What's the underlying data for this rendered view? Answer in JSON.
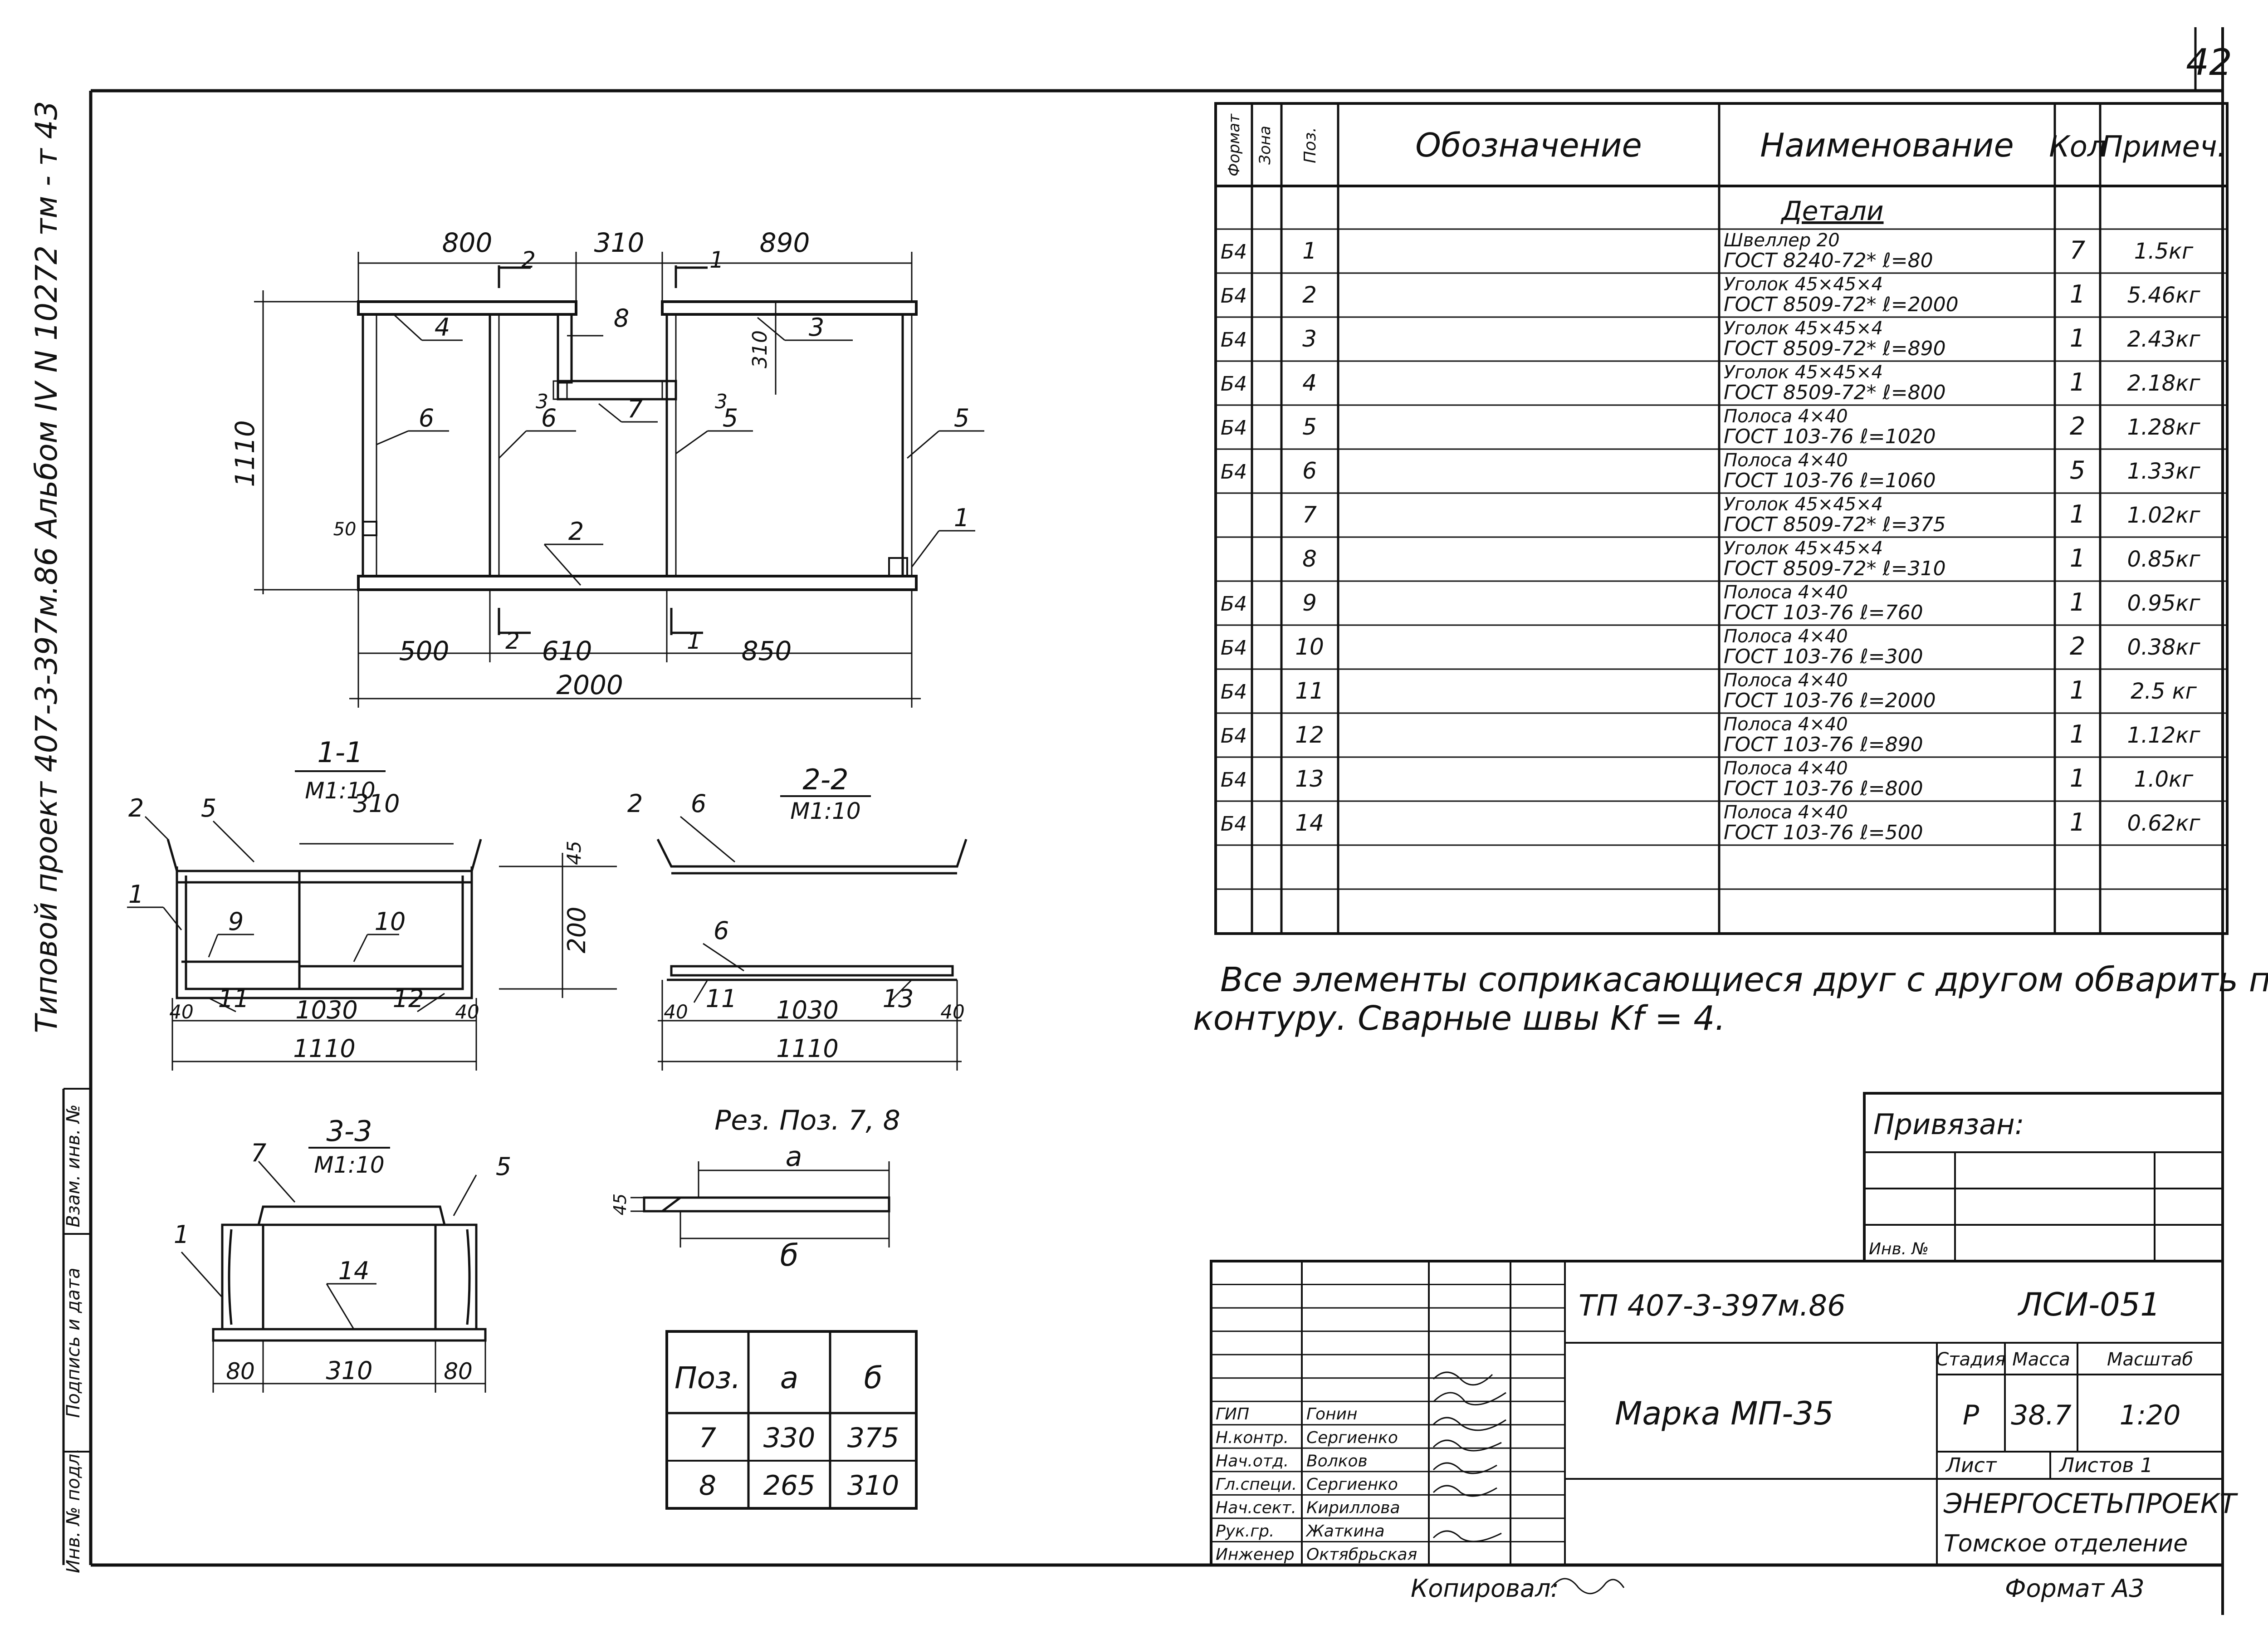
{
  "page_number": "42",
  "side_title": "Типовой проект 407-3-397м.86 Альбом IV N 10272 тм - т 43",
  "side_stamp_labels": [
    "Инв. № подл.",
    "Подпись и дата",
    "Взам. инв. №"
  ],
  "spec": {
    "headers": {
      "format": "Формат",
      "zone": "Зона",
      "pos": "Поз.",
      "designation": "Обозначение",
      "name": "Наименование",
      "qty": "Кол",
      "note": "Примеч."
    },
    "section_title": "Детали",
    "rows": [
      {
        "format": "Б4",
        "pos": "1",
        "name1": "Швеллер 20",
        "name2": "ГОСТ 8240-72*  ℓ=80",
        "qty": "7",
        "note": "1.5кг"
      },
      {
        "format": "Б4",
        "pos": "2",
        "name1": "Уголок 45×45×4",
        "name2": "ГОСТ 8509-72*  ℓ=2000",
        "qty": "1",
        "note": "5.46кг"
      },
      {
        "format": "Б4",
        "pos": "3",
        "name1": "Уголок 45×45×4",
        "name2": "ГОСТ 8509-72*  ℓ=890",
        "qty": "1",
        "note": "2.43кг"
      },
      {
        "format": "Б4",
        "pos": "4",
        "name1": "Уголок 45×45×4",
        "name2": "ГОСТ 8509-72*  ℓ=800",
        "qty": "1",
        "note": "2.18кг"
      },
      {
        "format": "Б4",
        "pos": "5",
        "name1": "Полоса 4×40",
        "name2": "ГОСТ 103-76  ℓ=1020",
        "qty": "2",
        "note": "1.28кг"
      },
      {
        "format": "Б4",
        "pos": "6",
        "name1": "Полоса 4×40",
        "name2": "ГОСТ 103-76  ℓ=1060",
        "qty": "5",
        "note": "1.33кг"
      },
      {
        "format": "",
        "pos": "7",
        "name1": "Уголок 45×45×4",
        "name2": "ГОСТ 8509-72*  ℓ=375",
        "qty": "1",
        "note": "1.02кг"
      },
      {
        "format": "",
        "pos": "8",
        "name1": "Уголок 45×45×4",
        "name2": "ГОСТ 8509-72*  ℓ=310",
        "qty": "1",
        "note": "0.85кг"
      },
      {
        "format": "Б4",
        "pos": "9",
        "name1": "Полоса 4×40",
        "name2": "ГОСТ 103-76  ℓ=760",
        "qty": "1",
        "note": "0.95кг"
      },
      {
        "format": "Б4",
        "pos": "10",
        "name1": "Полоса 4×40",
        "name2": "ГОСТ 103-76  ℓ=300",
        "qty": "2",
        "note": "0.38кг"
      },
      {
        "format": "Б4",
        "pos": "11",
        "name1": "Полоса 4×40",
        "name2": "ГОСТ 103-76  ℓ=2000",
        "qty": "1",
        "note": "2.5 кг"
      },
      {
        "format": "Б4",
        "pos": "12",
        "name1": "Полоса 4×40",
        "name2": "ГОСТ 103-76  ℓ=890",
        "qty": "1",
        "note": "1.12кг"
      },
      {
        "format": "Б4",
        "pos": "13",
        "name1": "Полоса 4×40",
        "name2": "ГОСТ 103-76  ℓ=800",
        "qty": "1",
        "note": "1.0кг"
      },
      {
        "format": "Б4",
        "pos": "14",
        "name1": "Полоса 4×40",
        "name2": "ГОСТ 103-76  ℓ=500",
        "qty": "1",
        "note": "0.62кг"
      },
      {
        "format": "",
        "pos": "",
        "name1": "",
        "name2": "",
        "qty": "",
        "note": ""
      },
      {
        "format": "",
        "pos": "",
        "name1": "",
        "name2": "",
        "qty": "",
        "note": ""
      }
    ]
  },
  "note_line1": "Все элементы соприкасающиеся друг с другом обварить по",
  "note_line2": "контуру. Сварные швы Kf = 4.",
  "plan": {
    "top_dims": [
      "800",
      "310",
      "890"
    ],
    "bottom_dims": [
      "500",
      "610",
      "850"
    ],
    "total_dim": "2000",
    "height_dim": "1110",
    "offset_dims": [
      "310",
      "50"
    ],
    "callouts": [
      "4",
      "8",
      "3",
      "6",
      "6",
      "7",
      "5",
      "5",
      "2",
      "1",
      "3",
      "3"
    ],
    "section_marks": [
      "2",
      "1",
      "2",
      "1"
    ]
  },
  "sec11": {
    "title": "1-1",
    "scale": "М1:10",
    "dims": [
      "310",
      "45",
      "200",
      "40",
      "1030",
      "40",
      "1110"
    ],
    "callouts": [
      "2",
      "5",
      "1",
      "9",
      "10",
      "11",
      "12"
    ]
  },
  "sec22": {
    "title": "2-2",
    "scale": "М1:10",
    "dims": [
      "40",
      "1030",
      "40",
      "1110"
    ],
    "callouts": [
      "2",
      "6",
      "6",
      "11",
      "13"
    ]
  },
  "sec33": {
    "title": "3-3",
    "scale": "М1:10",
    "dims": [
      "80",
      "310",
      "80"
    ],
    "callouts": [
      "7",
      "5",
      "1",
      "14"
    ]
  },
  "cut": {
    "title": "Рез. Поз. 7, 8",
    "dims": [
      "а",
      "б",
      "45"
    ]
  },
  "cut_table": {
    "headers": [
      "Поз.",
      "а",
      "б"
    ],
    "rows": [
      [
        "7",
        "330",
        "375"
      ],
      [
        "8",
        "265",
        "310"
      ]
    ]
  },
  "binding": {
    "title": "Привязан:",
    "inv": "Инв. №"
  },
  "title_block": {
    "doc_code": "ТП 407-3-397м.86",
    "sheet_code": "ЛСИ-051",
    "mark": "Марка МП-35",
    "stage_headers": [
      "Стадия",
      "Масса",
      "Масштаб"
    ],
    "stage_values": [
      "Р",
      "38.7",
      "1:20"
    ],
    "sheet": "Лист",
    "sheets": "Листов 1",
    "org": "ЭНЕРГОСЕТЬПРОЕКТ",
    "branch": "Томское отделение",
    "roles": [
      "ГИП",
      "Н.контр.",
      "Нач.отд.",
      "Гл.специ.",
      "Нач.сект.",
      "Рук.гр.",
      "Инженер"
    ],
    "names": [
      "Гонин",
      "Сергиенко",
      "Волков",
      "Сергиенко",
      "Кириллова",
      "Жаткина",
      "Октябрьская"
    ]
  },
  "copied": "Копировал:",
  "format": "Формат А3"
}
